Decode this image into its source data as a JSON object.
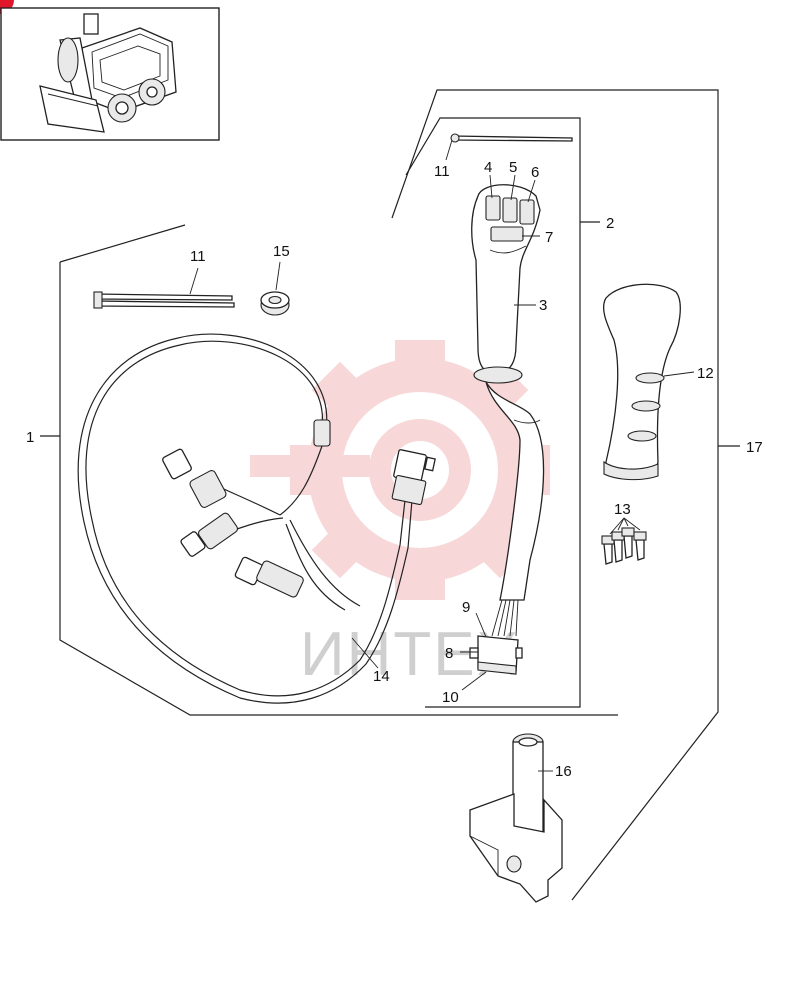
{
  "diagram": {
    "watermark_text": "ИНТЕХ",
    "colors": {
      "line": "#222222",
      "watermark_red": "#f2b8b8",
      "watermark_grey": "#cfcfcf",
      "corner_badge": "#e0162b"
    },
    "callouts": {
      "c1": "1",
      "c2": "2",
      "c3": "3",
      "c4": "4",
      "c5": "5",
      "c6": "6",
      "c7": "7",
      "c8": "8",
      "c9": "9",
      "c10": "10",
      "c11a": "11",
      "c11b": "11",
      "c12": "12",
      "c13": "13",
      "c14": "14",
      "c15": "15",
      "c16": "16",
      "c17": "17"
    }
  }
}
